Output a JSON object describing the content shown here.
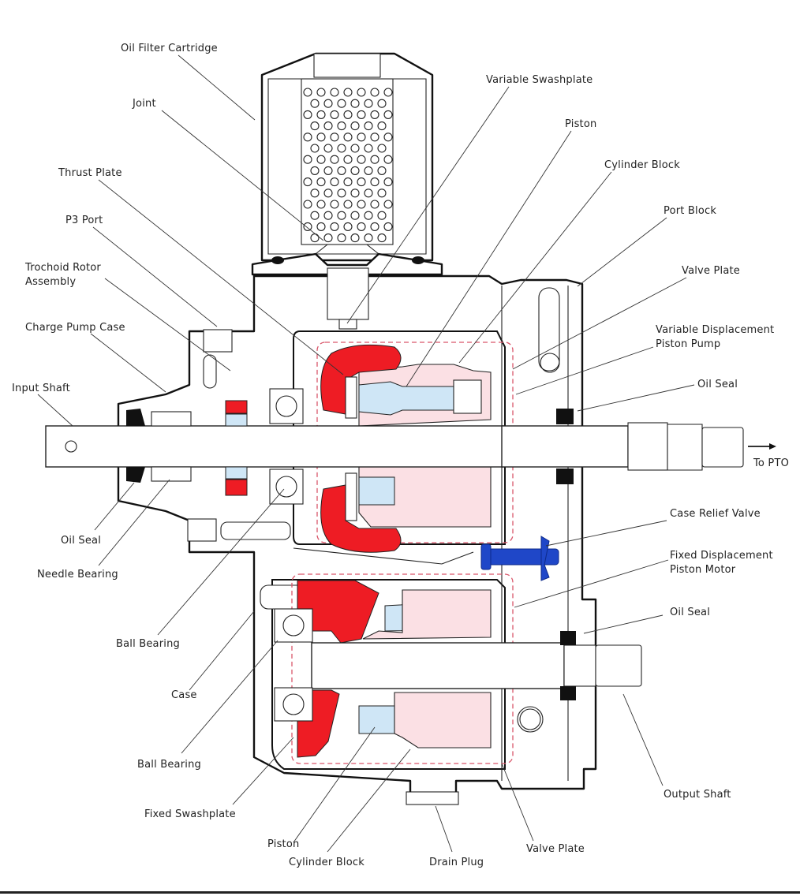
{
  "diagram": {
    "subject": "Hydrostatic transmission cross-section (variable displacement piston pump and fixed displacement piston motor)",
    "colors": {
      "swashplate": "#ee1c24",
      "piston": "#cfe6f6",
      "cylinder_block": "#fbe0e4",
      "case_relief_valve": "#1f47c8",
      "oil_flow_boundary": "#d9566a",
      "line": "#111111"
    },
    "labels": {
      "oil_filter_cartridge": "Oil Filter Cartridge",
      "joint": "Joint",
      "thrust_plate": "Thrust Plate",
      "p3_port": "P3 Port",
      "trochoid_rotor_line1": "Trochoid Rotor",
      "trochoid_rotor_line2": "Assembly",
      "charge_pump_case": "Charge Pump Case",
      "input_shaft": "Input Shaft",
      "oil_seal_left": "Oil Seal",
      "needle_bearing": "Needle Bearing",
      "ball_bearing_upper": "Ball Bearing",
      "case": "Case",
      "ball_bearing_lower": "Ball Bearing",
      "fixed_swashplate": "Fixed Swashplate",
      "piston_lower": "Piston",
      "cylinder_block_lower": "Cylinder Block",
      "drain_plug": "Drain Plug",
      "valve_plate_lower": "Valve Plate",
      "output_shaft": "Output Shaft",
      "variable_swashplate": "Variable Swashplate",
      "piston_upper": "Piston",
      "cylinder_block_upper": "Cylinder Block",
      "port_block": "Port Block",
      "valve_plate_upper": "Valve Plate",
      "var_disp_pump_line1": "Variable Displacement",
      "var_disp_pump_line2": "Piston Pump",
      "oil_seal_upper_right": "Oil Seal",
      "to_pto": "To PTO",
      "case_relief_valve": "Case Relief Valve",
      "fixed_disp_motor_line1": "Fixed Displacement",
      "fixed_disp_motor_line2": "Piston Motor",
      "oil_seal_lower_right": "Oil Seal"
    }
  }
}
